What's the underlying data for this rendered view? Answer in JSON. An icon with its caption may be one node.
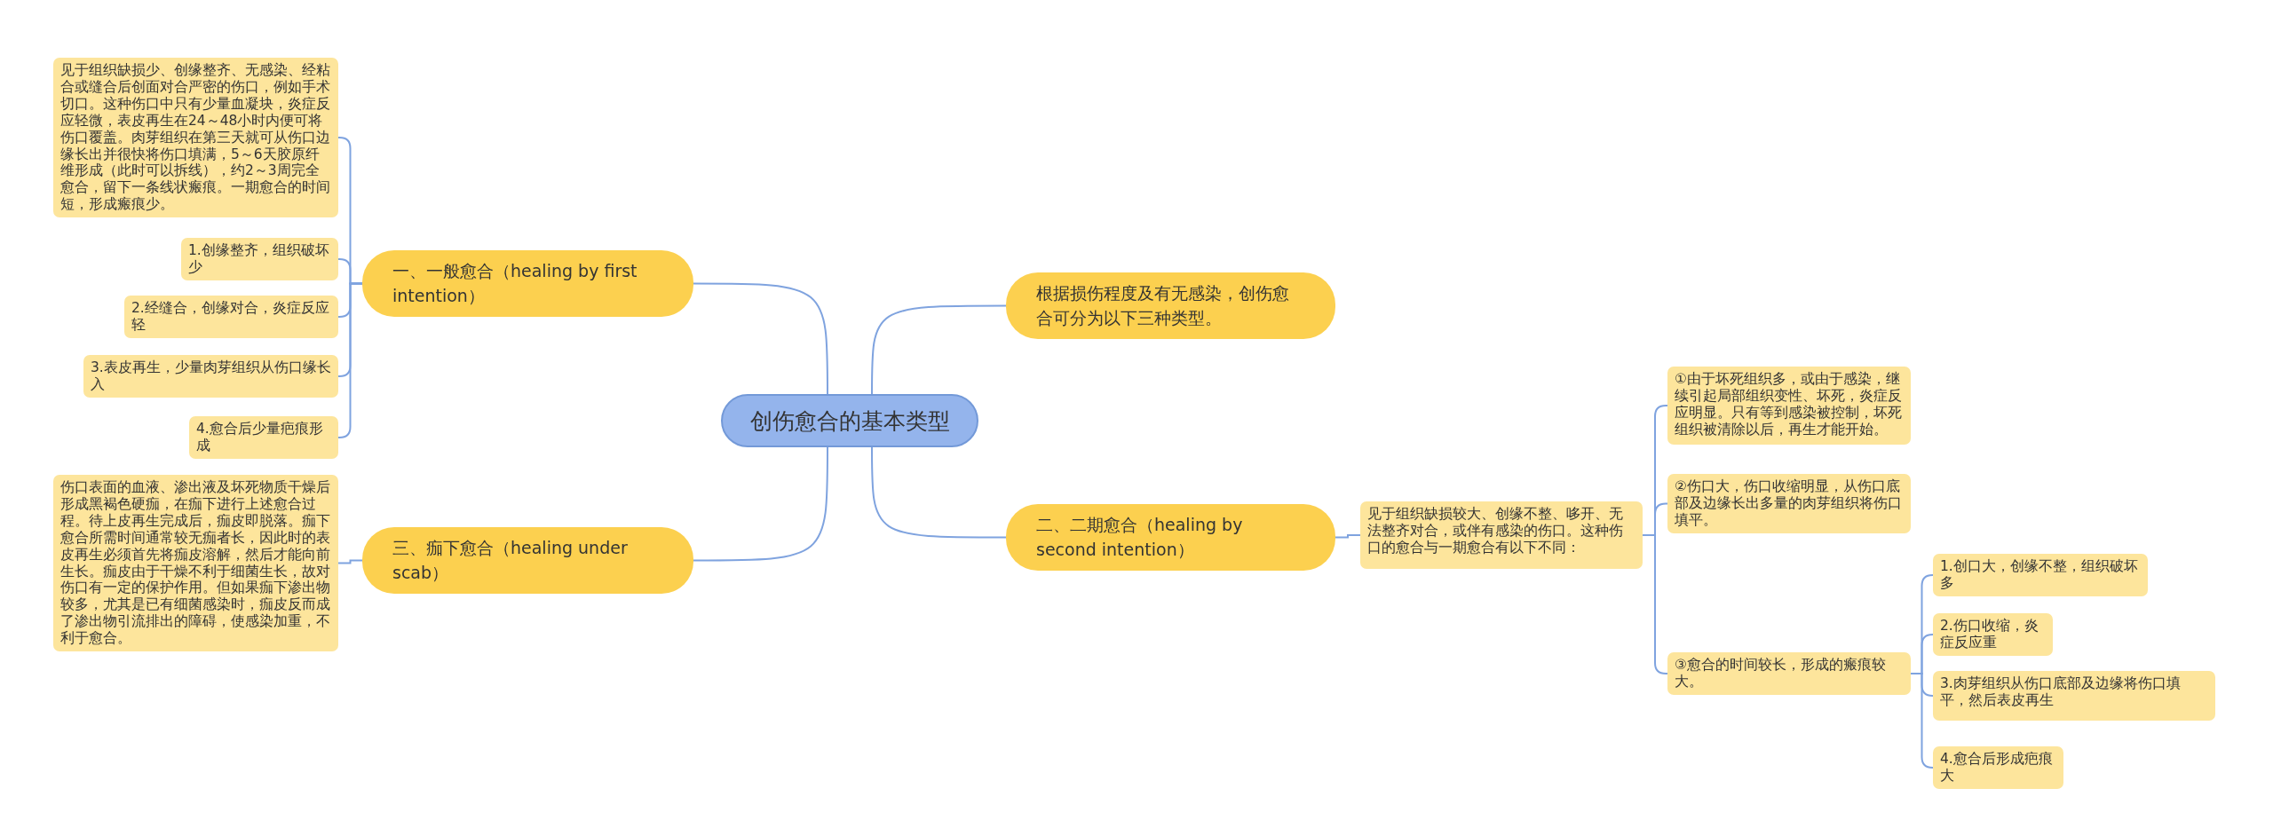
{
  "diagram": {
    "nodes": [
      {
        "text": [
          "创伤愈合的基本类型"
        ]
      },
      {
        "text": [
          "一、一般愈合（healing by first intention）"
        ]
      },
      {
        "text": [
          "见于组织缺损少、创缘整齐、无感染、经粘合或缝合后创面对合严密的伤口，例如手术切口。这种伤口中只有少量血凝块，炎症反应轻微，表皮再生在24～48小时内便可将伤口覆盖。肉芽组织在第三天就可从伤口边缘长出并很快将伤口填满，5～6天胶原纤维形成（此时可以拆线），约2～3周完全愈合，留下一条线状瘢痕。一期愈合的时间短，形成瘢痕少。"
        ]
      },
      {
        "text": [
          "1.创缘整齐，组织破坏少"
        ]
      },
      {
        "text": [
          "2.经缝合，创缘对合，炎症反应轻"
        ]
      },
      {
        "text": [
          "3.表皮再生，少量肉芽组织从伤口缘长入"
        ]
      },
      {
        "text": [
          "4.愈合后少量疤痕形成"
        ]
      },
      {
        "text": [
          "根据损伤程度及有无感染，创伤愈合可分为以下三种类型。"
        ]
      },
      {
        "text": [
          "二、二期愈合（healing by second intention）"
        ]
      },
      {
        "text": [
          "见于组织缺损较大、创缘不整、哆开、无法整齐对合，或伴有感染的伤口。这种伤口的愈合与一期愈合有以下不同："
        ]
      },
      {
        "text": [
          "①由于坏死组织多，或由于感染，继续引起局部组织变性、坏死，炎症反应明显。只有等到感染被控制，坏死组织被清除以后，再生才能开始。"
        ]
      },
      {
        "text": [
          "②伤口大，伤口收缩明显，从伤口底部及边缘长出多量的肉芽组织将伤口填平。"
        ]
      },
      {
        "text": [
          "③愈合的时间较长，形成的瘢痕较大。"
        ]
      },
      {
        "text": [
          "1.创口大，创缘不整，组织破坏多"
        ]
      },
      {
        "text": [
          "2.伤口收缩，炎症反应重"
        ]
      },
      {
        "text": [
          "3.肉芽组织从伤口底部及边缘将伤口填平，然后表皮再生"
        ]
      },
      {
        "text": [
          "4.愈合后形成疤痕大"
        ]
      },
      {
        "text": [
          "三、痂下愈合（healing under scab）"
        ]
      },
      {
        "text": [
          "伤口表面的血液、渗出液及坏死物质干燥后形成黑褐色硬痂，在痂下进行上述愈合过程。待上皮再生完成后，痂皮即脱落。痂下愈合所需时间通常较无痂者长，因此时的表皮再生必须首先将痂皮溶解，然后才能向前生长。痂皮由于干燥不利于细菌生长，故对伤口有一定的保护作用。但如果痂下渗出物较多，尤其是已有细菌感染时，痂皮反而成了渗出物引流排出的障碍，使感染加重，不利于愈合。"
        ]
      }
    ],
    "edges": [
      {
        "from": 0,
        "to": 1,
        "arrow": "none"
      },
      {
        "from": 1,
        "to": 2,
        "arrow": "none"
      },
      {
        "from": 1,
        "to": 3,
        "arrow": "none"
      },
      {
        "from": 1,
        "to": 4,
        "arrow": "none"
      },
      {
        "from": 1,
        "to": 5,
        "arrow": "none"
      },
      {
        "from": 1,
        "to": 6,
        "arrow": "none"
      },
      {
        "from": 0,
        "to": 7,
        "arrow": "none"
      },
      {
        "from": 0,
        "to": 8,
        "arrow": "none"
      },
      {
        "from": 8,
        "to": 9,
        "arrow": "none"
      },
      {
        "from": 9,
        "to": 10,
        "arrow": "none"
      },
      {
        "from": 9,
        "to": 11,
        "arrow": "none"
      },
      {
        "from": 9,
        "to": 12,
        "arrow": "none"
      },
      {
        "from": 12,
        "to": 13,
        "arrow": "none"
      },
      {
        "from": 12,
        "to": 14,
        "arrow": "none"
      },
      {
        "from": 12,
        "to": 15,
        "arrow": "none"
      },
      {
        "from": 12,
        "to": 16,
        "arrow": "none"
      },
      {
        "from": 0,
        "to": 17,
        "arrow": "none"
      },
      {
        "from": 17,
        "to": 18,
        "arrow": "none"
      }
    ]
  }
}
